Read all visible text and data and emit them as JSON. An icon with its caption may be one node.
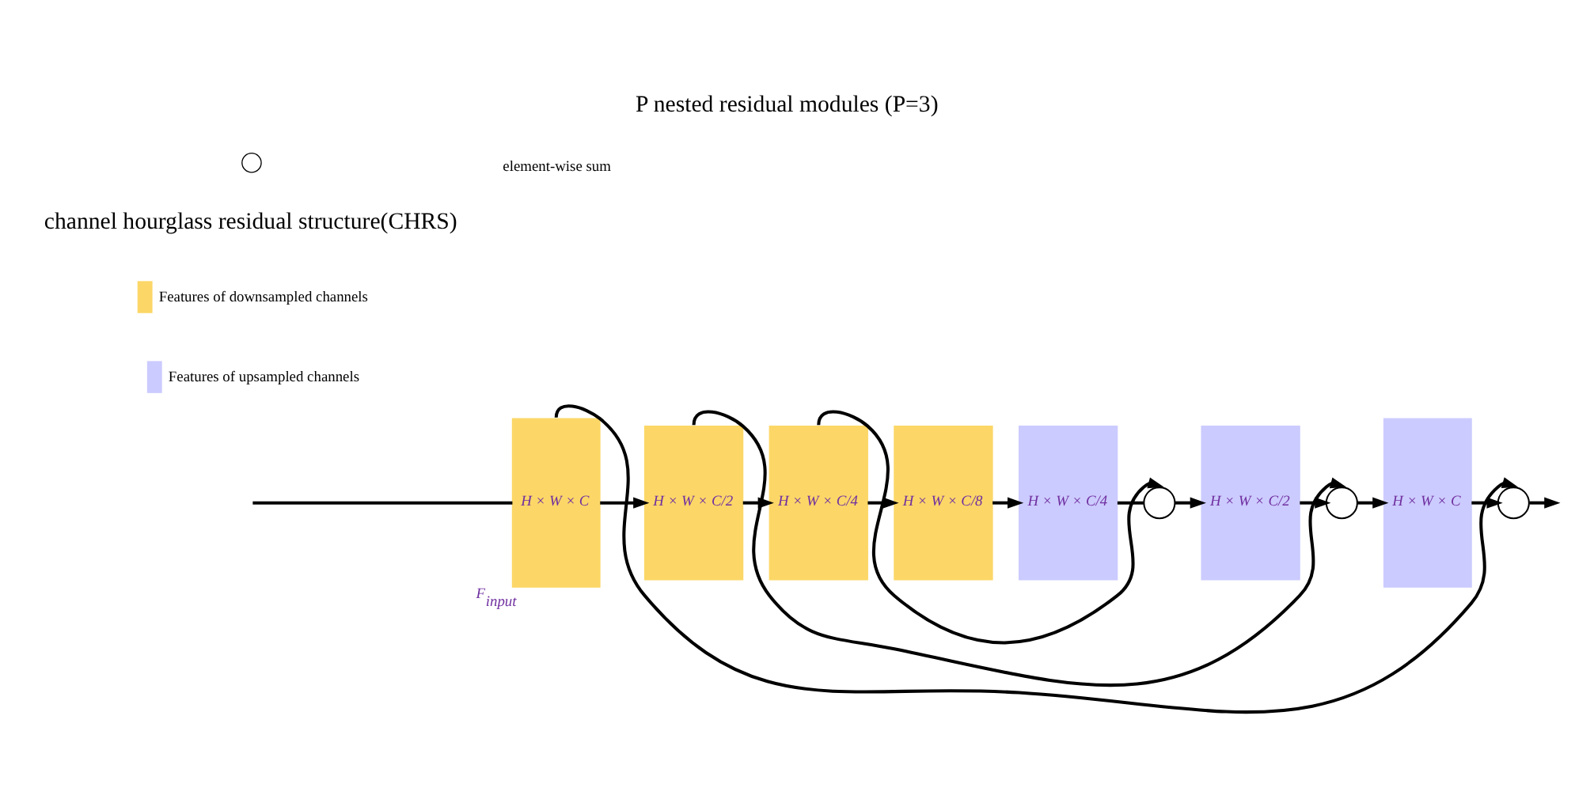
{
  "diagram": {
    "title": "P nested residual modules (P=3)",
    "nodes": [
      {
        "text": [
          "H × W × C"
        ],
        "beside": [
          "F$_{input}$"
        ]
      },
      {
        "text": [
          "H × W × C/2"
        ]
      },
      {
        "text": [
          "H × W × C/4"
        ]
      },
      {
        "text": [
          "H × W × C/8"
        ]
      },
      {
        "text": [
          "H × W × C/4"
        ]
      },
      {
        "text": [],
        "shape": "circle"
      },
      {
        "text": [
          "H × W × C/2"
        ]
      },
      {
        "text": [],
        "shape": "circle"
      },
      {
        "text": [
          "H × W × C"
        ]
      },
      {
        "text": [],
        "shape": "circle"
      }
    ],
    "edges": [
      {
        "from": null,
        "to": 0,
        "arrow": "none"
      },
      {
        "from": 0,
        "to": 1,
        "arrow": "to"
      },
      {
        "from": 1,
        "to": 2,
        "arrow": "to"
      },
      {
        "from": 2,
        "to": 3,
        "arrow": "to"
      },
      {
        "from": 3,
        "to": 4,
        "arrow": "to"
      },
      {
        "from": 4,
        "to": 5,
        "arrow": "none"
      },
      {
        "from": 5,
        "to": 6,
        "arrow": "to"
      },
      {
        "from": 6,
        "to": 7,
        "arrow": "to"
      },
      {
        "from": 7,
        "to": 8,
        "arrow": "to"
      },
      {
        "from": 8,
        "to": 9,
        "arrow": "to"
      },
      {
        "from": 9,
        "to": null,
        "arrow": "to"
      },
      {
        "from": 2,
        "to": 5,
        "arrow": "to"
      },
      {
        "from": 1,
        "to": 7,
        "arrow": "to"
      },
      {
        "from": 0,
        "to": 9,
        "arrow": "to"
      }
    ],
    "labels": [
      "channel hourglass residual structure(CHRS)"
    ],
    "legend": [
      {
        "text": "Features of downsampled channels",
        "color": "#fcd767"
      },
      {
        "text": "Features of upsampled channels",
        "color": "#cccbff"
      },
      {
        "text": "element-wise sum"
      }
    ]
  }
}
